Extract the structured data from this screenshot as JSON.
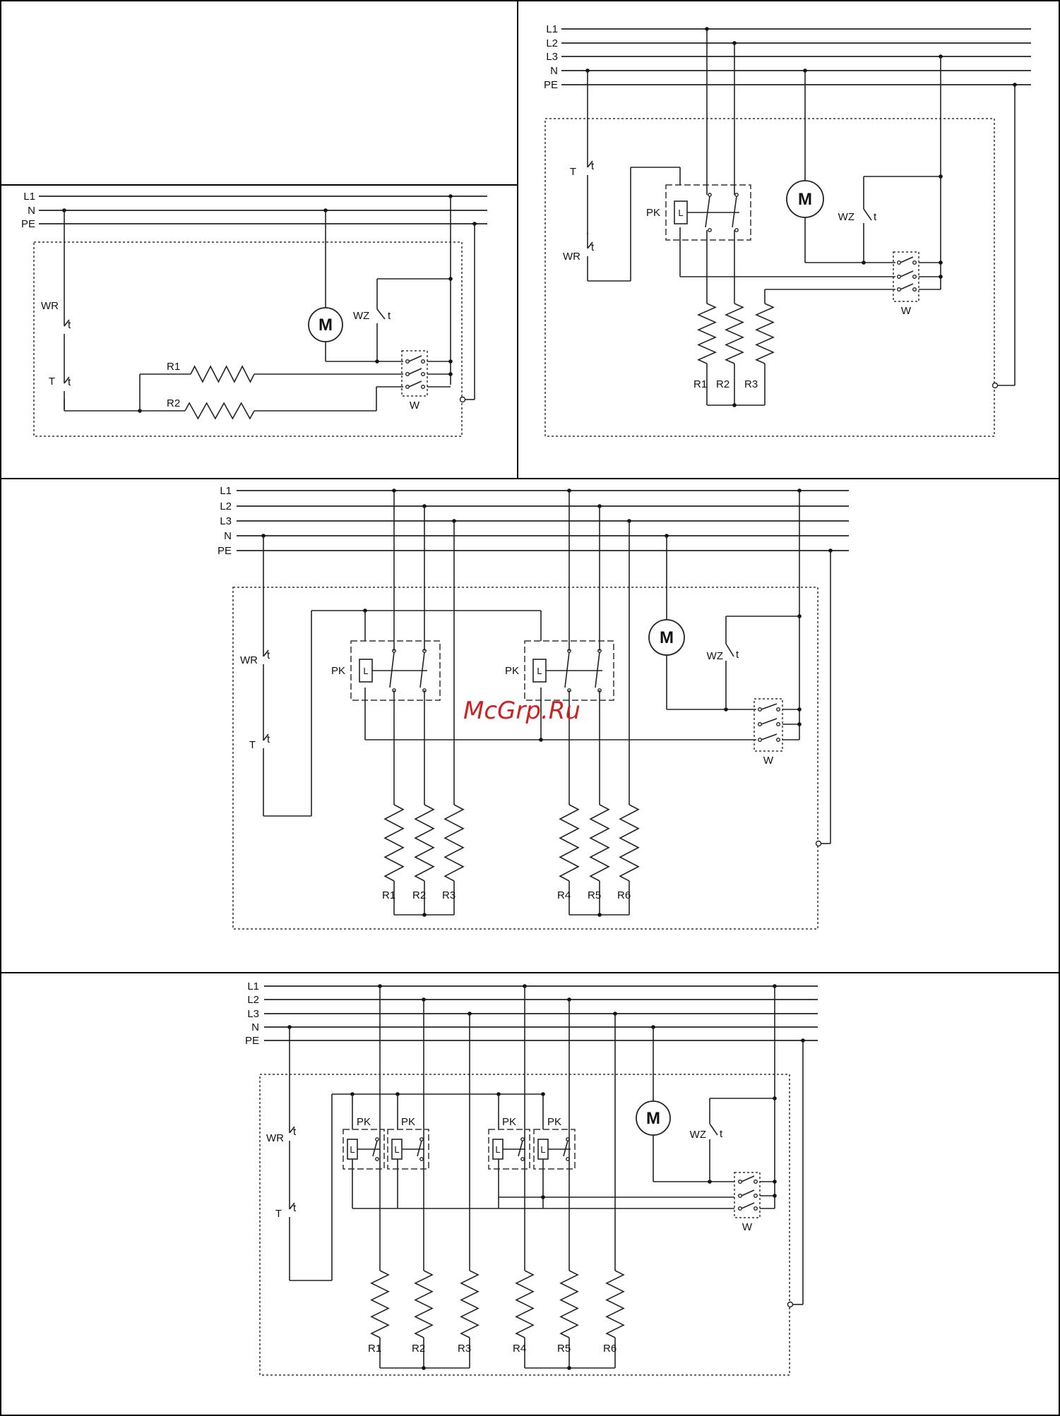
{
  "watermark": "McGrp.Ru",
  "diagrams": [
    {
      "id": "single-phase-two-heaters",
      "bus_labels": [
        "L1",
        "N",
        "PE"
      ],
      "components": {
        "motor": "M",
        "fan_thermostat": "WZ",
        "heater_thermostat": "WR",
        "safety_thermostat": "T",
        "heaters": [
          "R1",
          "R2"
        ],
        "switch": "W"
      }
    },
    {
      "id": "three-phase-three-heaters",
      "bus_labels": [
        "L1",
        "L2",
        "L3",
        "N",
        "PE"
      ],
      "components": {
        "motor": "M",
        "fan_thermostat": "WZ",
        "heater_thermostat": "WR",
        "safety_thermostat": "T",
        "contactor": "PK",
        "contactor_coil": "L",
        "heaters": [
          "R1",
          "R2",
          "R3"
        ],
        "switch": "W"
      }
    },
    {
      "id": "three-phase-six-heaters-two-contactors",
      "bus_labels": [
        "L1",
        "L2",
        "L3",
        "N",
        "PE"
      ],
      "components": {
        "motor": "M",
        "fan_thermostat": "WZ",
        "heater_thermostat": "WR",
        "safety_thermostat": "T",
        "contactors": [
          "PK",
          "PK"
        ],
        "contactor_coil": "L",
        "heaters": [
          "R1",
          "R2",
          "R3",
          "R4",
          "R5",
          "R6"
        ],
        "switch": "W"
      }
    },
    {
      "id": "three-phase-six-heaters-four-contactors",
      "bus_labels": [
        "L1",
        "L2",
        "L3",
        "N",
        "PE"
      ],
      "components": {
        "motor": "M",
        "fan_thermostat": "WZ",
        "heater_thermostat": "WR",
        "safety_thermostat": "T",
        "contactors": [
          "PK",
          "PK",
          "PK",
          "PK"
        ],
        "contactor_coil": "L",
        "heaters": [
          "R1",
          "R2",
          "R3",
          "R4",
          "R5",
          "R6"
        ],
        "switch": "W"
      }
    }
  ]
}
